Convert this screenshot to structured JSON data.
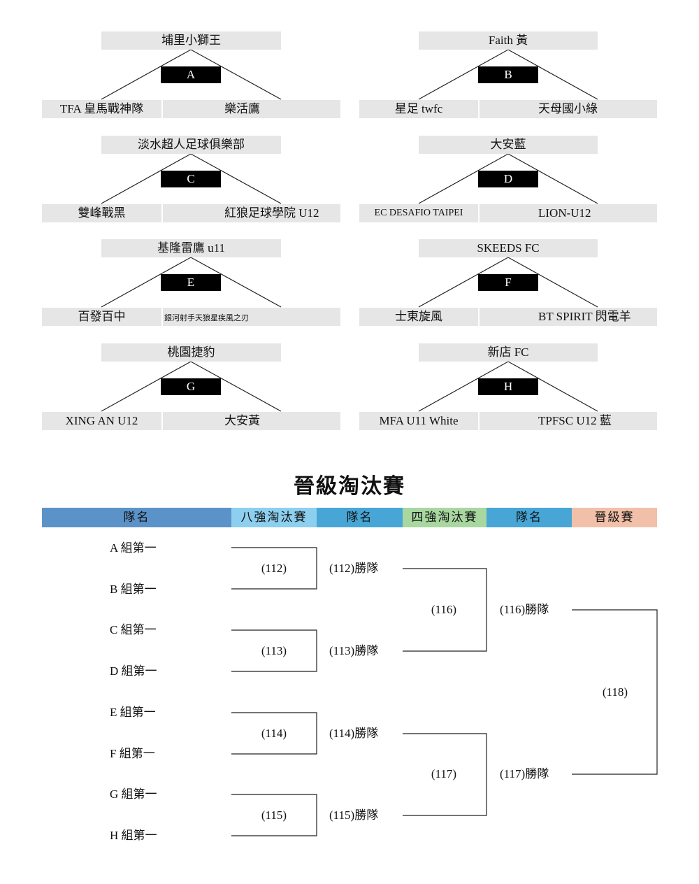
{
  "groups": [
    {
      "label": "A",
      "top_team": "埔里小獅王",
      "left_team": "TFA 皇馬戰神隊",
      "right_team": "樂活鷹"
    },
    {
      "label": "B",
      "top_team": "Faith  黃",
      "left_team": "星足 twfc",
      "right_team": "天母國小綠"
    },
    {
      "label": "C",
      "top_team": "淡水超人足球俱樂部",
      "left_team": "雙峰戰黑",
      "right_team": "紅狼足球學院 U12"
    },
    {
      "label": "D",
      "top_team": "大安藍",
      "left_team": "EC DESAFIO TAIPEI",
      "right_team": "LION-U12"
    },
    {
      "label": "E",
      "top_team": "基隆雷鷹 u11",
      "left_team": "百發百中",
      "right_team": "銀河射手天狼星疾風之刃"
    },
    {
      "label": "F",
      "top_team": "SKEEDS FC",
      "left_team": "士東旋風",
      "right_team": "BT SPIRIT  閃電羊"
    },
    {
      "label": "G",
      "top_team": "桃園捷豹",
      "left_team": "XING AN U12",
      "right_team": "大安黃"
    },
    {
      "label": "H",
      "top_team": "新店 FC",
      "left_team": "MFA U11 White",
      "right_team": "TPFSC U12 藍"
    }
  ],
  "knockout": {
    "title": "晉級淘汰賽",
    "headers": [
      "隊名",
      "八強淘汰賽",
      "隊名",
      "四強淘汰賽",
      "隊名",
      "晉級賽"
    ],
    "header_colors": [
      "#5b93c9",
      "#8dcfee",
      "#47a6d6",
      "#a8d8a0",
      "#47a6d6",
      "#f2c0a8"
    ],
    "seeds": [
      "A 組第一",
      "B 組第一",
      "C 組第一",
      "D 組第一",
      "E 組第一",
      "F 組第一",
      "G 組第一",
      "H 組第一"
    ],
    "qf_matches": [
      "(112)",
      "(113)",
      "(114)",
      "(115)"
    ],
    "qf_winners": [
      "(112)勝隊",
      "(113)勝隊",
      "(114)勝隊",
      "(115)勝隊"
    ],
    "sf_matches": [
      "(116)",
      "(117)"
    ],
    "sf_winners": [
      "(116)勝隊",
      "(117)勝隊"
    ],
    "final_match": "(118)"
  }
}
